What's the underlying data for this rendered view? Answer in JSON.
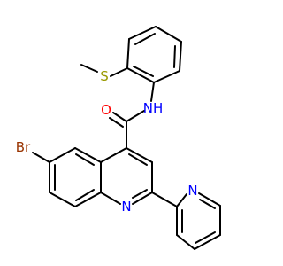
{
  "atoms": {
    "br": {
      "text": "Br",
      "color": "#993300"
    },
    "s": {
      "text": "S",
      "color": "#999900"
    },
    "o": {
      "text": "O",
      "color": "#ff0000"
    },
    "nh": {
      "text": "NH",
      "color": "#0000ff"
    },
    "n_quinoline": {
      "text": "N",
      "color": "#0000ff"
    },
    "n_pyridine": {
      "text": "N",
      "color": "#0000ff"
    }
  },
  "colors": {
    "bond": "#000000",
    "background": "#ffffff"
  }
}
